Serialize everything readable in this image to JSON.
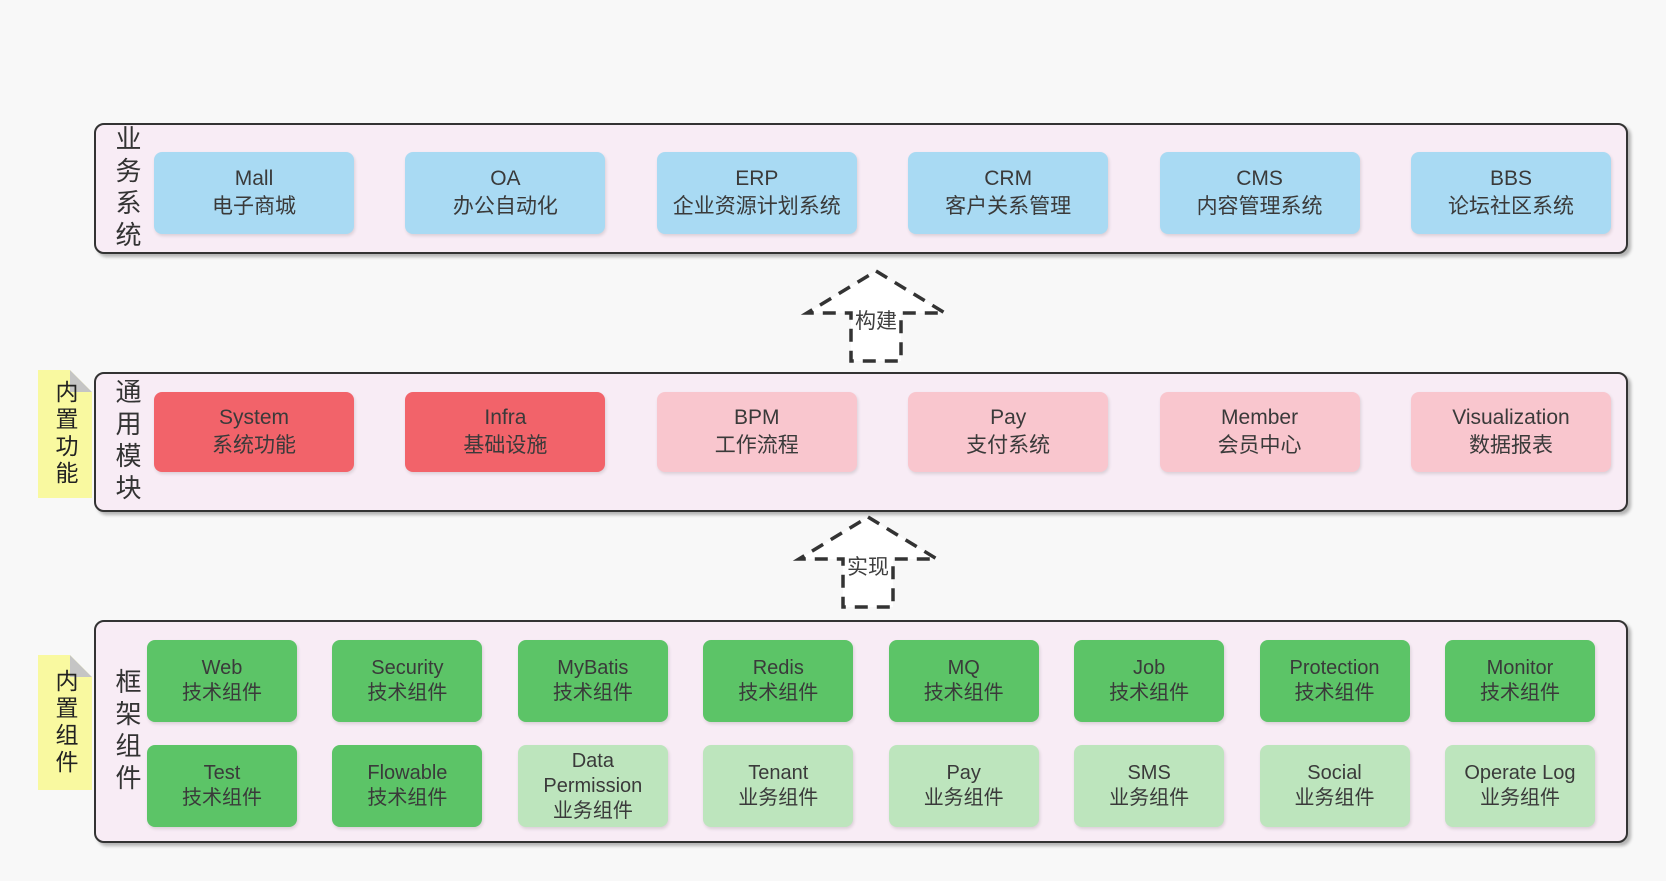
{
  "colors": {
    "page_bg": "#f8f8f8",
    "section_bg": "#f8ecf5",
    "section_border": "#333333",
    "blue": "#a9daf3",
    "red": "#f2636a",
    "pink": "#f9c6ce",
    "green": "#5cc467",
    "light_green": "#bde5bd",
    "sticky_yellow": "#f9f9a0",
    "text": "#3a3a3a"
  },
  "arrows": {
    "build": "构建",
    "implement": "实现"
  },
  "business": {
    "label": "业务系统",
    "items": [
      {
        "en": "Mall",
        "zh": "电子商城",
        "variant": "blue"
      },
      {
        "en": "OA",
        "zh": "办公自动化",
        "variant": "blue"
      },
      {
        "en": "ERP",
        "zh": "企业资源计划系统",
        "variant": "blue"
      },
      {
        "en": "CRM",
        "zh": "客户关系管理",
        "variant": "blue"
      },
      {
        "en": "CMS",
        "zh": "内容管理系统",
        "variant": "blue"
      },
      {
        "en": "BBS",
        "zh": "论坛社区系统",
        "variant": "blue"
      }
    ]
  },
  "modules": {
    "label": "通用模块",
    "sticky": "内置功能",
    "items": [
      {
        "en": "System",
        "zh": "系统功能",
        "variant": "red"
      },
      {
        "en": "Infra",
        "zh": "基础设施",
        "variant": "red"
      },
      {
        "en": "BPM",
        "zh": "工作流程",
        "variant": "pink"
      },
      {
        "en": "Pay",
        "zh": "支付系统",
        "variant": "pink"
      },
      {
        "en": "Member",
        "zh": "会员中心",
        "variant": "pink"
      },
      {
        "en": "Visualization",
        "zh": "数据报表",
        "variant": "pink"
      }
    ]
  },
  "components": {
    "label": "框架组件",
    "sticky": "内置组件",
    "row1": [
      {
        "en": "Web",
        "zh": "技术组件",
        "variant": "green"
      },
      {
        "en": "Security",
        "zh": "技术组件",
        "variant": "green"
      },
      {
        "en": "MyBatis",
        "zh": "技术组件",
        "variant": "green"
      },
      {
        "en": "Redis",
        "zh": "技术组件",
        "variant": "green"
      },
      {
        "en": "MQ",
        "zh": "技术组件",
        "variant": "green"
      },
      {
        "en": "Job",
        "zh": "技术组件",
        "variant": "green"
      },
      {
        "en": "Protection",
        "zh": "技术组件",
        "variant": "green"
      },
      {
        "en": "Monitor",
        "zh": "技术组件",
        "variant": "green"
      }
    ],
    "row2": [
      {
        "en": "Test",
        "zh": "技术组件",
        "variant": "green"
      },
      {
        "en": "Flowable",
        "zh": "技术组件",
        "variant": "green"
      },
      {
        "en": "Data Permission",
        "zh": "业务组件",
        "variant": "light-green"
      },
      {
        "en": "Tenant",
        "zh": "业务组件",
        "variant": "light-green"
      },
      {
        "en": "Pay",
        "zh": "业务组件",
        "variant": "light-green"
      },
      {
        "en": "SMS",
        "zh": "业务组件",
        "variant": "light-green"
      },
      {
        "en": "Social",
        "zh": "业务组件",
        "variant": "light-green"
      },
      {
        "en": "Operate Log",
        "zh": "业务组件",
        "variant": "light-green"
      }
    ]
  }
}
